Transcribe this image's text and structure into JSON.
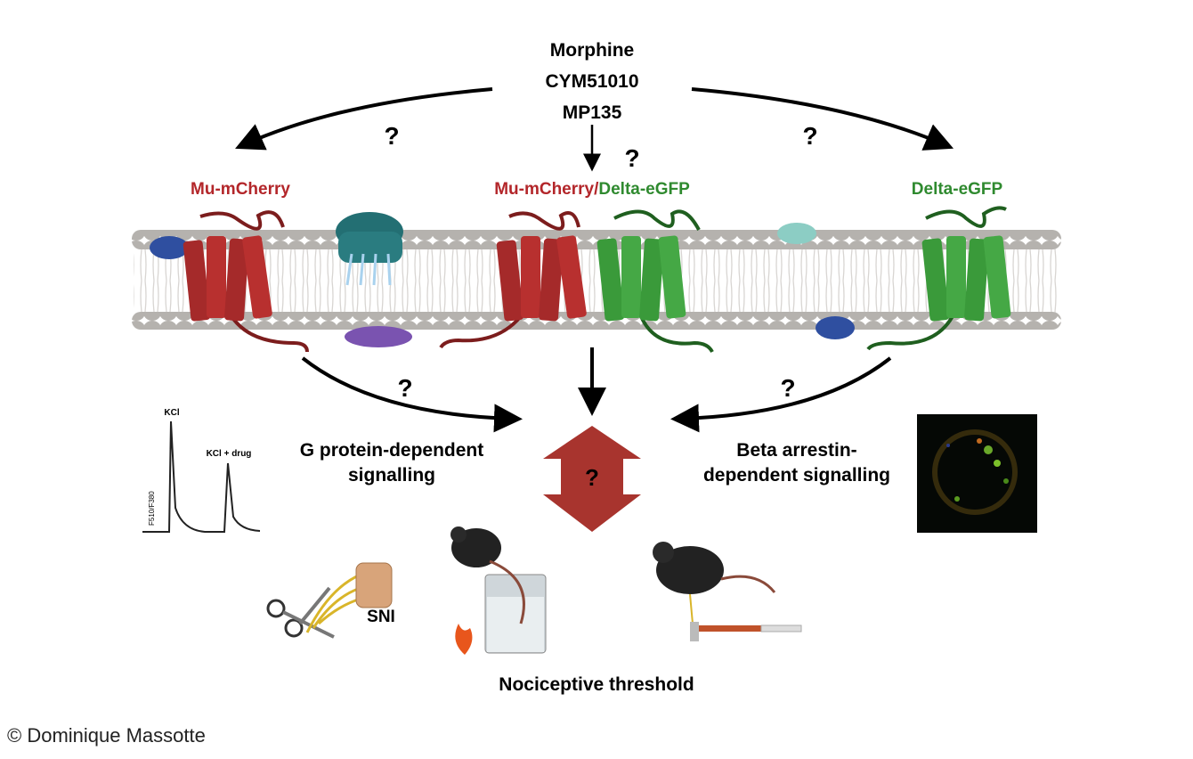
{
  "drugs": [
    "Morphine",
    "CYM51010",
    "MP135"
  ],
  "question_mark": "?",
  "receptors": {
    "left_label": "Mu-mCherry",
    "middle_label_mu": "Mu-mCherry",
    "middle_label_sep": "/",
    "middle_label_delta": "Delta-eGFP",
    "right_label": "Delta-eGFP"
  },
  "pathways": {
    "g_protein": [
      "G protein-dependent",
      "signalling"
    ],
    "beta_arrestin": [
      "Beta arrestin-",
      "dependent signalling"
    ]
  },
  "calcium_trace": {
    "peak1_label": "KCl",
    "peak2_label": "KCl + drug",
    "ylabel": "F510/F380"
  },
  "behaviour": {
    "sni_label": "SNI",
    "caption": "Nociceptive threshold"
  },
  "copyright": "© Dominique Massotte",
  "colors": {
    "mu": "#b3262a",
    "delta": "#2f8a2f",
    "receptor_red": "#a52a2a",
    "receptor_green": "#3a9a3a",
    "membrane_head": "#b5b2ae",
    "double_arrow": "#a8342e"
  }
}
